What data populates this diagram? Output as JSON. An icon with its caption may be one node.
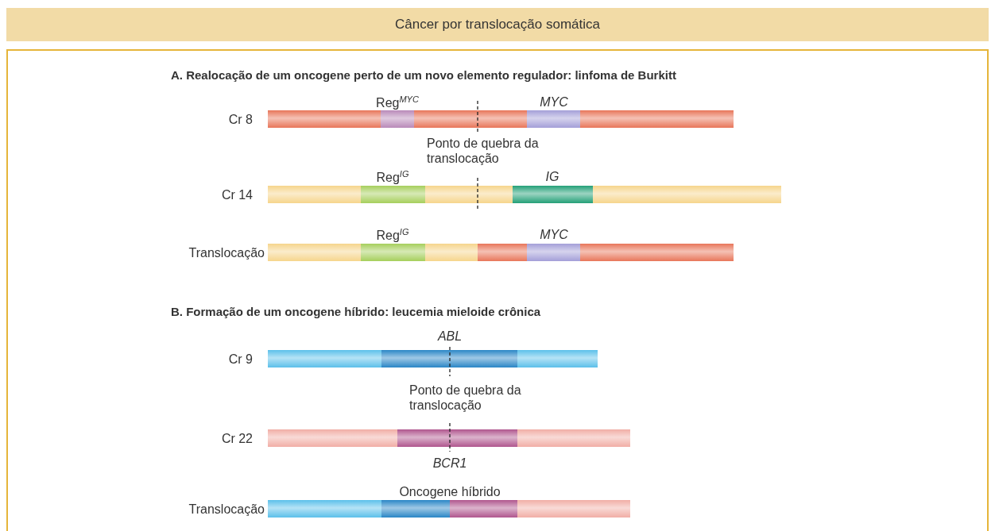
{
  "diagram": {
    "title": "Câncer por translocação somática",
    "labels": [
      "A. Realocação de um oncogene perto de um novo elemento regulador: linfoma de Burkitt",
      "Reg$^{MYC}$",
      "MYC",
      "Cr 8",
      "Ponto de quebra da translocação",
      "Reg$^{IG}$",
      "IG",
      "Cr 14",
      "Reg$^{IG}$",
      "MYC",
      "Translocação",
      "B. Formação de um oncogene híbrido: leucemia mieloide crônica",
      "ABL",
      "Cr 9",
      "Ponto de quebra da translocação",
      "Cr 22",
      "BCR1",
      "Oncogene híbrido",
      "Translocação"
    ]
  }
}
